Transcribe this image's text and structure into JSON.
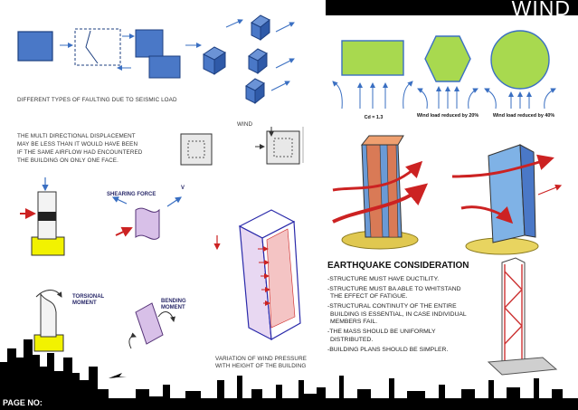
{
  "header": {
    "title": "WIND"
  },
  "faulting": {
    "caption": "DIFFERENT TYPES OF FAULTING DUE TO SEISMIC LOAD"
  },
  "displacement": {
    "text": [
      "THE MULTI DIRECTIONAL DISPLACEMENT",
      "MAY BE LESS THAN IT WOULD HAVE BEEN",
      "IF THE SAME AIRFLOW HAD ENCOUNTERED",
      "THE BUILDING ON ONLY ONE FACE."
    ]
  },
  "wind_sketch": {
    "label": "WIND"
  },
  "shapes": {
    "captions": [
      "Cd = 1.3",
      "Wind load reduced by 20%",
      "Wind load reduced by 40%"
    ]
  },
  "forces": {
    "shearing": "SHEARING FORCE",
    "torsional": "TORSIONAL MOMENT",
    "bending": "BENDING MOMENT",
    "v": "V"
  },
  "pressure": {
    "caption": [
      "VARIATION OF WIND PRESSURE",
      "WITH HEIGHT OF THE BUILDING"
    ]
  },
  "earthquake": {
    "heading": "EARTHQUAKE CONSIDERATION",
    "items": [
      "-STRUCTURE MUST HAVE DUCTILITY.",
      "-STRUCTURE MUST BA ABLE TO WHITSTAND THE EFFECT OF FATIGUE.",
      "-STRUCTURAL CONTINUTY OF THE ENTIRE BUILDING IS ESSENTIAL, IN CASE INDIVIDUAL MEMBERS FAIL.",
      "-THE MASS SHOULD BE UNIFORMLY DISTRIBUTED.",
      "-BUILDING PLANS SHOULD BE SIMPLER."
    ]
  },
  "footer": {
    "page_label": "PAGE NO:"
  },
  "colors": {
    "blue": "#4a78c7",
    "green": "#a8d94f",
    "yellow": "#f2f200",
    "red": "#cc2222",
    "black": "#000000"
  }
}
